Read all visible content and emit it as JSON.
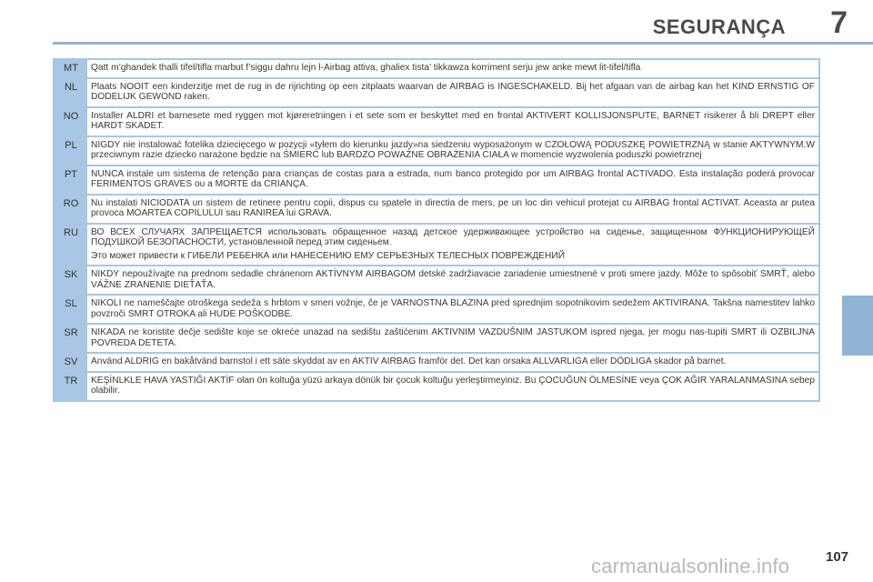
{
  "header": {
    "title": "SEGURANÇA",
    "chapter": "7"
  },
  "rows": [
    {
      "code": "MT",
      "text": [
        "Qatt m’ghandek thalli tifel/tifla marbut f’siggu dahru lejn l-Airbag attiva, ghaliex tista’ tikkawza korriment serju jew anke mewt lit-tifel/tifla"
      ]
    },
    {
      "code": "NL",
      "text": [
        "Plaats NOOIT een kinderzitje met de rug in de rijrichting op een zitplaats waarvan de AIRBAG is INGESCHAKELD. Bij het afgaan van de airbag kan het KIND ERNSTIG OF DODELIJK GEWOND raken."
      ]
    },
    {
      "code": "NO",
      "text": [
        "Installer ALDRI et barnesete med ryggen mot kjøreretningen i et sete som er beskyttet med en frontal  AKTIVERT KOLLISJONSPUTE, BARNET risikerer å bli DREPT eller HARDT SKADET."
      ]
    },
    {
      "code": "PL",
      "text": [
        "NIGDY nie instalować fotelika dziecięcego w pozycji «tyłem do kierunku jazdy»na siedzeniu wyposażonym w  CZOŁOWĄ PODUSZKĘ POWIETRZNĄ w stanie AKTYWNYM.W przeciwnym razie dziecko narażone będzie na ŚMIERĆ lub BARDZO POWAŻNE OBRAŻENIA CIAŁA w momencie wyzwolenia poduszki powietrznej"
      ]
    },
    {
      "code": "PT",
      "text": [
        "NUNCA instale um sistema de retenção para crianças de costas para a estrada, num banco protegido por um AIRBAG frontal ACTIVADO. Esta instalação poderá provocar FERIMENTOS GRAVES ou a MORTE da CRIANÇA."
      ]
    },
    {
      "code": "RO",
      "text": [
        "Nu instalati NICIODATA un sistem de retinere pentru copii, dispus cu spatele in directia de mers, pe un loc din vehicul protejat cu AIRBAG frontal ACTIVAT. Aceasta ar putea provoca MOARTEA COPILULUI sau RANIREA lui GRAVA."
      ]
    },
    {
      "code": "RU",
      "text": [
        "ВО ВСЕХ СЛУЧАЯХ ЗАПРЕЩАЕТСЯ использовать обращенное назад детское удерживающее устройство на сиденье, защищенном ФУНКЦИОНИРУЮЩЕЙ ПОДУШКОЙ БЕЗОПАСНОСТИ, установленной перед этим сиденьем.",
        "Это может привести к ГИБЕЛИ РЕБЕНКА или НАНЕСЕНИЮ ЕМУ СЕРЬЕЗНЫХ ТЕЛЕСНЫХ ПОВРЕЖДЕНИЙ"
      ]
    },
    {
      "code": "SK",
      "text": [
        "NIKDY nepoužívajte na prednom sedadle chránenom AKTÍVNYM AIRBAGOM detské zadržiavacie zariadenie umiestnené v proti smere jazdy. Môže to spôsobiť SMRŤ, alebo VÁŽNE ZRANENIE DIEŤAŤA."
      ]
    },
    {
      "code": "SL",
      "text": [
        "NIKOLI ne nameščajte otroškega sedeža s hrbtom v smeri vožnje, če je VARNOSTNA BLAZINA pred sprednjim sopotnikovim sedežem AKTIVIRANA. Takšna namestitev lahko povzroči SMRT OTROKA ali HUDE POŠKODBE."
      ]
    },
    {
      "code": "SR",
      "text": [
        "NIKADA ne koristite dečje sedište koje se okreće unazad na sedištu zaštićenim AKTIVNIM VAZDUŠNIM JASTUKOM ispred njega, jer mogu nas-tupiti SMRT ili OZBILJNA POVREDA DETETA."
      ]
    },
    {
      "code": "SV",
      "text": [
        "Använd ALDRIG en bakåtvänd barnstol i ett säte skyddat av en AKTIV AIRBAG framför det. Det kan orsaka ALLVARLIGA eller DÖDLIGA skador på barnet."
      ]
    },
    {
      "code": "TR",
      "text": [
        "KEŞİNLKLE HAVA YASTIĞI AKTİF olan ön koltuğa yüzü arkaya dönük bir çocuk koltuğu yerleştirmeyiniz. Bu ÇOCUĞUN ÖLMESİNE veya ÇOK AĞIR YARALANMASINA sebep olabilir."
      ]
    }
  ],
  "footer": {
    "page_number": "107",
    "watermark": "carmanualsonline.info"
  }
}
